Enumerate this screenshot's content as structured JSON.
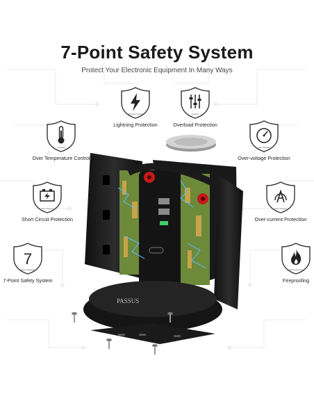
{
  "header": {
    "title": "7-Point Safety System",
    "subtitle": "Protect Your Electronic Equipment In Many Ways"
  },
  "features": [
    {
      "label": "Lightning Protection",
      "icon": "lightning-icon",
      "small_text": "lightning protection"
    },
    {
      "label": "Overload Protection",
      "icon": "sliders-icon",
      "small_text": "protect"
    },
    {
      "label": "Over Temperature Control",
      "icon": "thermometer-icon",
      "small_text": "constant"
    },
    {
      "label": "Over-voltage Protection",
      "icon": "gauge-icon",
      "small_text": "safe charging"
    },
    {
      "label": "Short Circuit Protection",
      "icon": "battery-icon",
      "small_text": "safe charging"
    },
    {
      "label": "Over-current Protection",
      "icon": "current-a-icon",
      "small_text": "safe charging"
    },
    {
      "label": "7-Point Safety System",
      "icon": "number-seven-icon",
      "small_text": "safety protection",
      "number": "7"
    },
    {
      "label": "Fireproofing",
      "icon": "flame-icon",
      "small_text": "safety fireproof"
    }
  ],
  "product": {
    "brand": "PASSUS"
  },
  "colors": {
    "accent_red": "#c41a1a",
    "device_black": "#1c1c1c",
    "pcb_green": "#6d8a3a",
    "spark_blue": "#5ab8ff"
  }
}
